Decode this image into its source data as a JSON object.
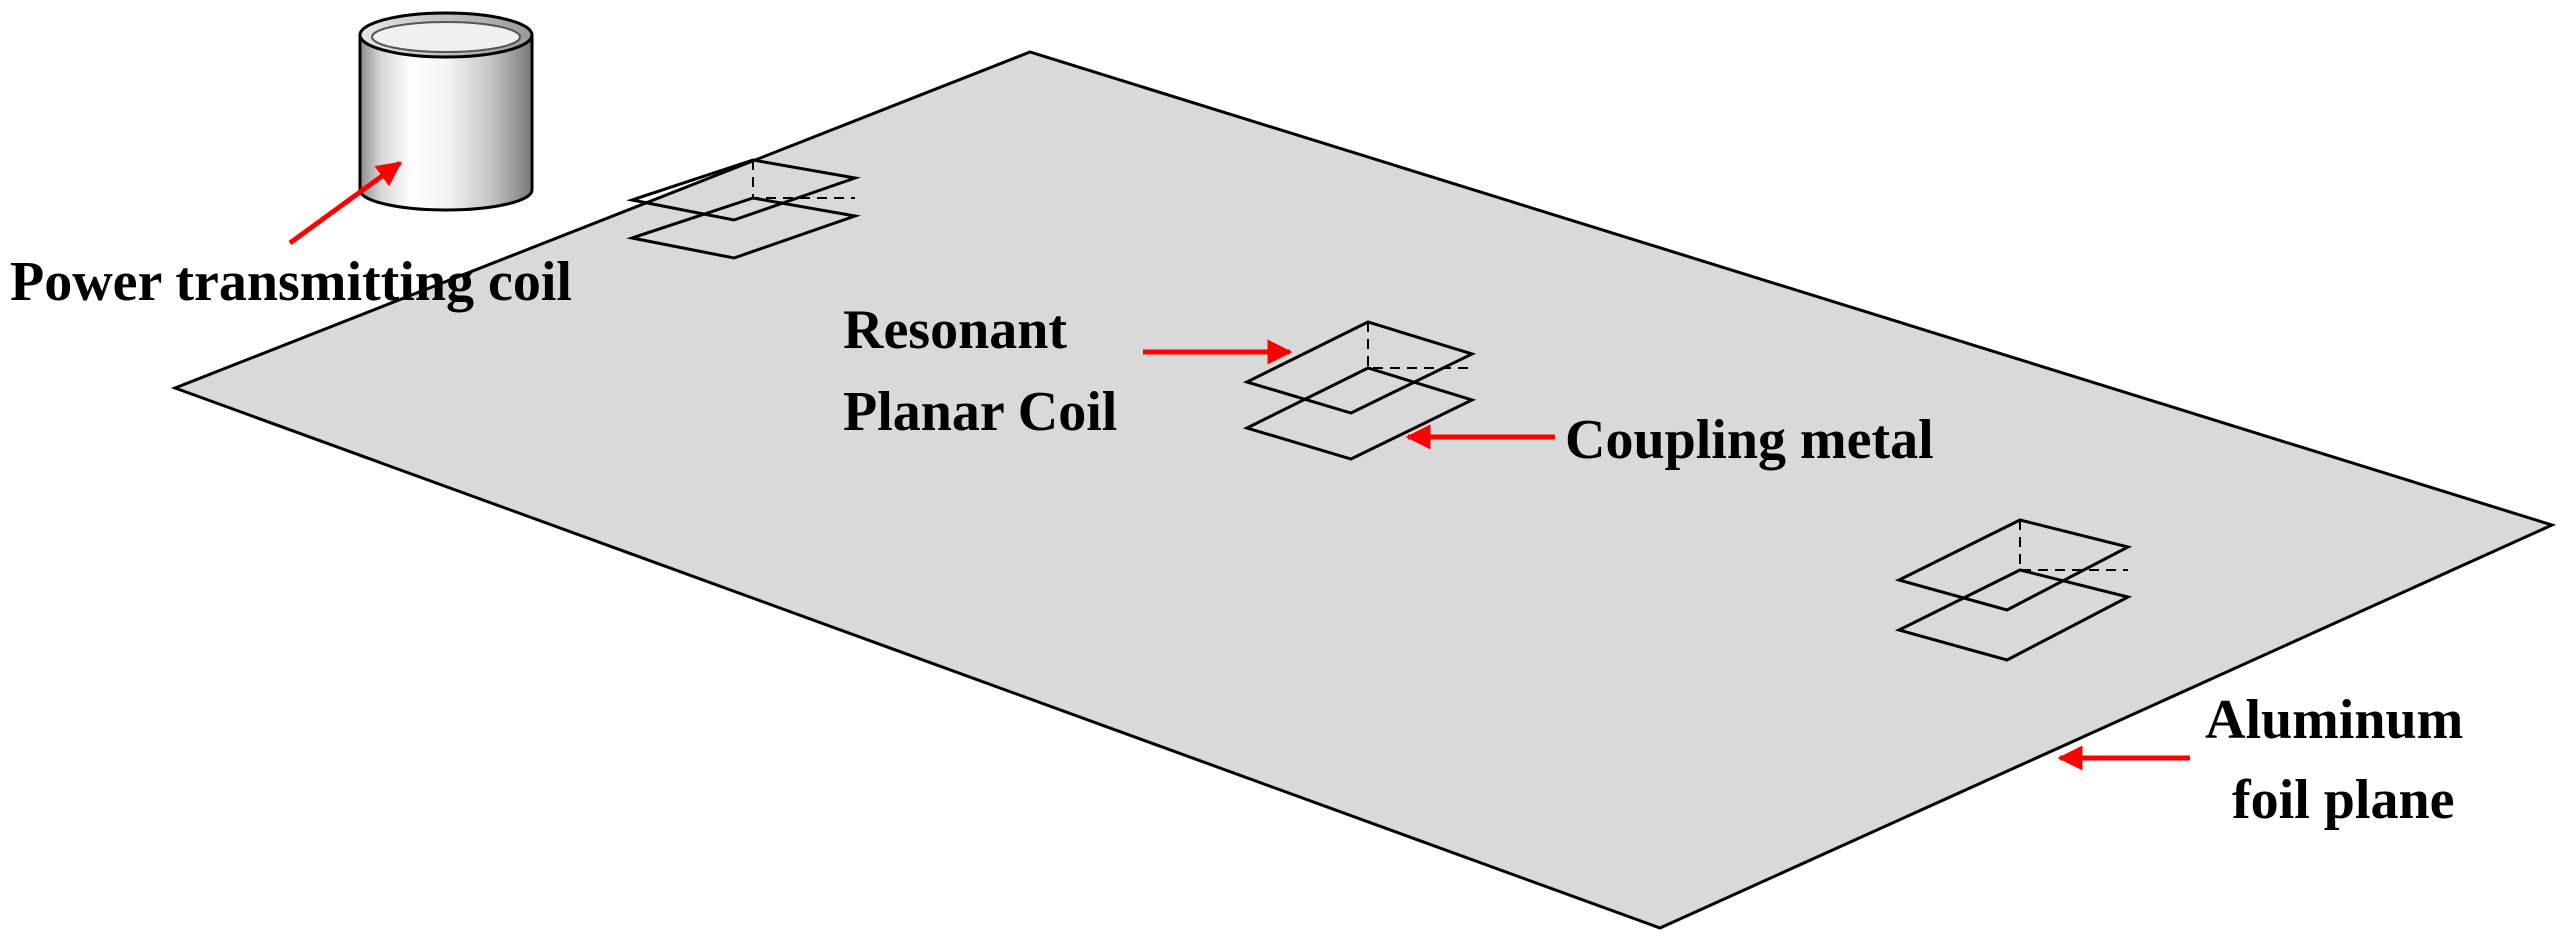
{
  "labels": {
    "power_transmitting_coil": "Power transmitting coil",
    "resonant_line1": "Resonant",
    "resonant_line2": "Planar Coil",
    "coupling_metal": "Coupling metal",
    "aluminum_line1": "Aluminum",
    "aluminum_line2": "foil plane"
  },
  "colors": {
    "plane_fill": "#d9d9d9",
    "outline": "#000000",
    "arrow": "#ff0000",
    "text": "#000000",
    "background": "#ffffff"
  }
}
